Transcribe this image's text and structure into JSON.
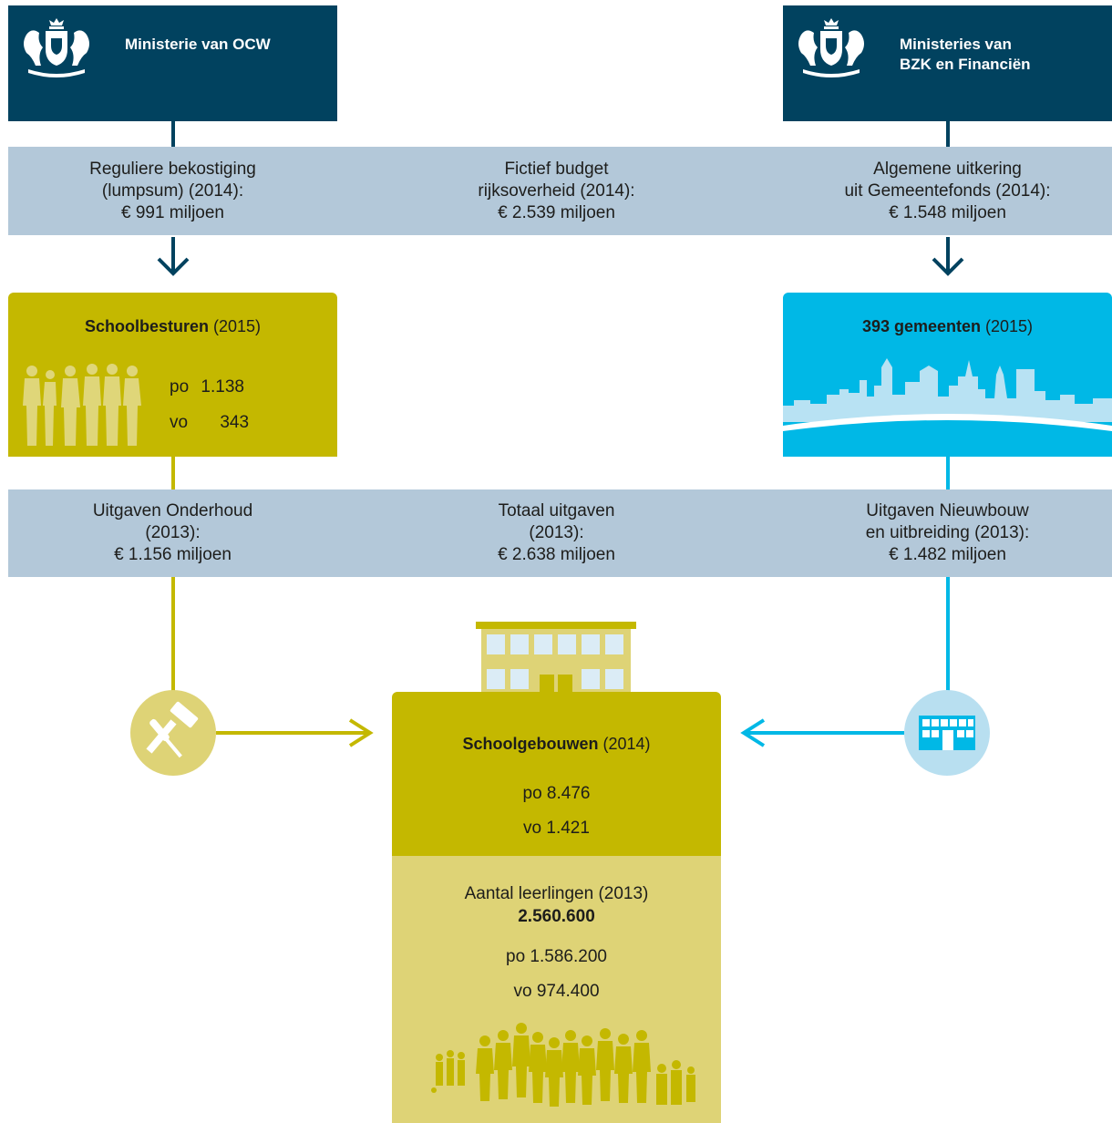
{
  "ministries": {
    "left": {
      "label": "Ministerie van OCW",
      "icon": "coat-of-arms-icon"
    },
    "right": {
      "label_line1": "Ministeries van",
      "label_line2": "BZK en Financiën",
      "icon": "coat-of-arms-icon"
    }
  },
  "band_top": {
    "left": {
      "line1": "Reguliere bekostiging",
      "line2": "(lumpsum) (2014):",
      "line3": "€ 991 miljoen"
    },
    "center": {
      "line1": "Fictief budget",
      "line2": "rijksoverheid (2014):",
      "line3": "€ 2.539 miljoen"
    },
    "right": {
      "line1": "Algemene uitkering",
      "line2": "uit Gemeentefonds (2014):",
      "line3": "€ 1.548 miljoen"
    }
  },
  "schoolbesturen": {
    "title": "Schoolbesturen",
    "year": "(2015)",
    "po_label": "po",
    "po_value": "1.138",
    "vo_label": "vo",
    "vo_value": "343",
    "icon": "people-silhouette-icon"
  },
  "gemeenten": {
    "title": "393 gemeenten",
    "year": "(2015)",
    "icon": "city-skyline-icon"
  },
  "band_bottom": {
    "left": {
      "line1": "Uitgaven Onderhoud",
      "line2": "(2013):",
      "line3": "€ 1.156 miljoen"
    },
    "center": {
      "line1": "Totaal uitgaven",
      "line2": "(2013):",
      "line3": "€ 2.638 miljoen"
    },
    "right": {
      "line1": "Uitgaven Nieuwbouw",
      "line2": "en uitbreiding (2013):",
      "line3": "€ 1.482 miljoen"
    }
  },
  "schoolgebouwen": {
    "title": "Schoolgebouwen",
    "year": "(2014)",
    "po": "po 8.476",
    "vo": "vo 1.421"
  },
  "leerlingen": {
    "title": "Aantal leerlingen (2013)",
    "total": "2.560.600",
    "po": "po 1.586.200",
    "vo": "vo 974.400"
  },
  "colors": {
    "navy": "#01425f",
    "band": "#b3c8d9",
    "olive": "#c4b800",
    "olive_light": "#ded376",
    "cyan": "#00b8e6",
    "cyan_light": "#b8dff0"
  }
}
